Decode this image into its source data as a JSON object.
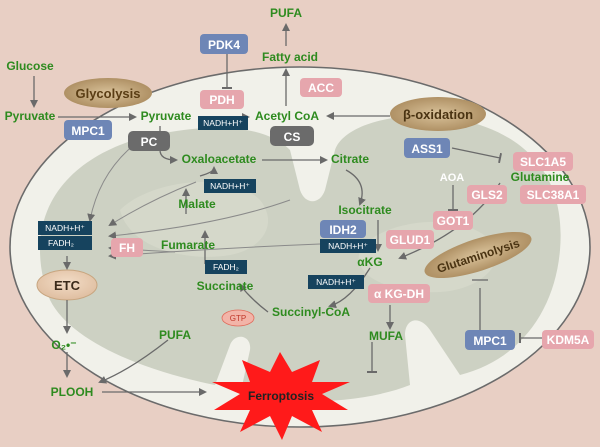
{
  "labels": {
    "pufa_top": "PUFA",
    "fatty_acid": "Fatty acid",
    "glucose": "Glucose",
    "pyruvate_out": "Pyruvate",
    "pyruvate_in": "Pyruvate",
    "acetyl_coa": "Acetyl CoA",
    "oxaloacetate": "Oxaloacetate",
    "citrate": "Citrate",
    "malate": "Malate",
    "isocitrate": "Isocitrate",
    "fumarate": "Fumarate",
    "akg": "αKG",
    "succinate": "Succinate",
    "succinyl_coa": "Succinyl-CoA",
    "glutamine": "Glutamine",
    "aoa": "AOA",
    "mufa": "MUFA",
    "pufa_bottom": "PUFA",
    "o2": "O₂•⁻",
    "plooh": "PLOOH",
    "ferroptosis": "Ferroptosis"
  },
  "enzymes": {
    "pdk4": "PDK4",
    "pdh": "PDH",
    "acc": "ACC",
    "mpc1_top": "MPC1",
    "pc": "PC",
    "cs": "CS",
    "ass1": "ASS1",
    "slc1a5": "SLC1A5",
    "gls2": "GLS2",
    "slc38a1": "SLC38A1",
    "got1": "GOT1",
    "idh2": "IDH2",
    "glud1": "GLUD1",
    "fh": "FH",
    "akg_dh": "α KG-DH",
    "mpc1_bottom": "MPC1",
    "kdm5a": "KDM5A",
    "gtp": "GTP"
  },
  "pathways": {
    "glycolysis": "Glycolysis",
    "beta_oxidation": "β-oxidation",
    "glutaminolysis": "Glutaminolysis",
    "etc": "ETC"
  },
  "cofactors": {
    "nadh_pdh": "NADH+H⁺",
    "nadh_malate": "NADH+H⁺",
    "nadh_etc": "NADH+H⁺",
    "fadh2_etc": "FADH₂",
    "fadh2_succ": "FADH₂",
    "nadh_idh2": "NADH+H⁺",
    "nadh_akg": "NADH+H⁺"
  },
  "colors": {
    "background": "#e8cfc4",
    "mito_outer": "#f1f1ea",
    "mito_inner": "#c9cdbf",
    "metabolite_text": "#2e8b1f",
    "enzyme_pink": "#e6a6ad",
    "enzyme_blue": "#6e86b6",
    "cofactor_navy": "#16435e",
    "ferroptosis_red": "#ff1a1a"
  }
}
